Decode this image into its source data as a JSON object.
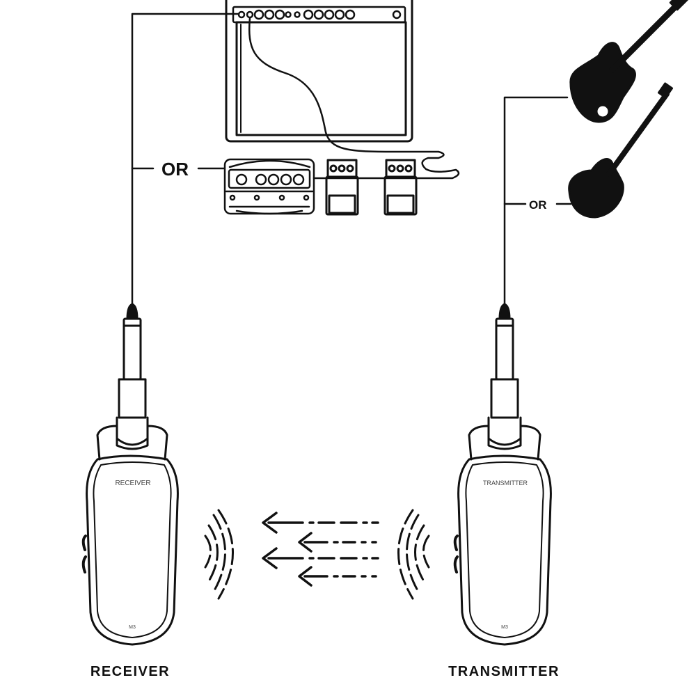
{
  "labels": {
    "receiver": "RECEIVER",
    "transmitter": "TRANSMITTER",
    "or_amp": "OR",
    "or_guitar": "OR",
    "device_receiver": "RECEIVER",
    "device_transmitter": "TRANSMITTER",
    "device_model_receiver": "M3",
    "device_model_transmitter": "M3"
  },
  "colors": {
    "line": "#111111",
    "background": "#ffffff"
  }
}
